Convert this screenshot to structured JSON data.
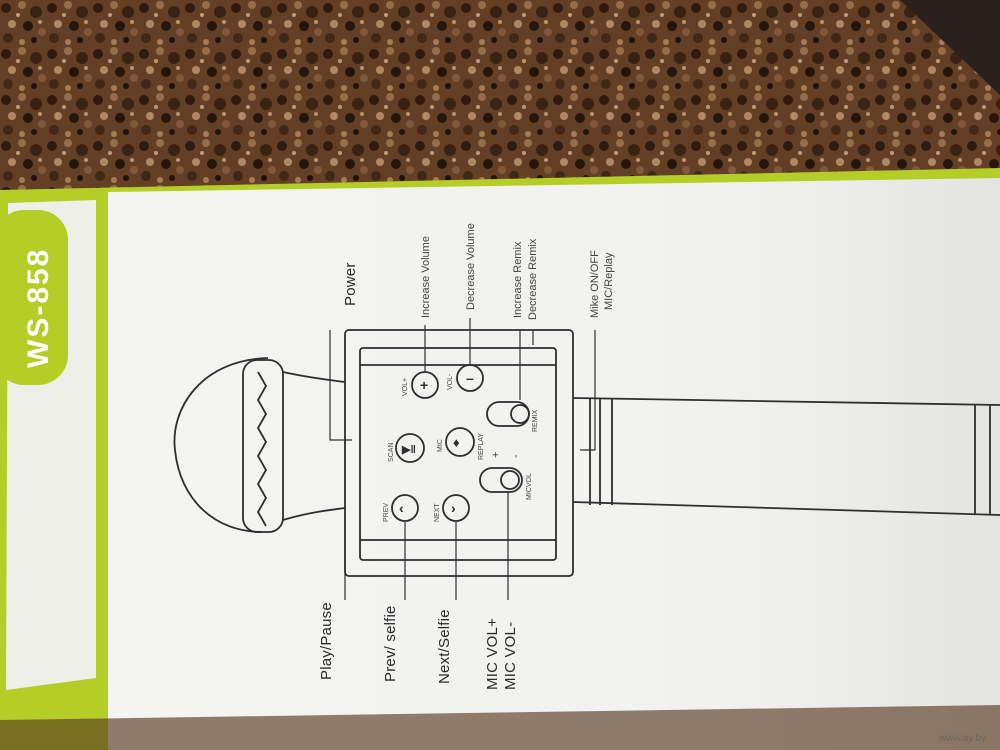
{
  "product": {
    "model": "WS-858"
  },
  "labels": {
    "power": "Power",
    "increase_volume": "Increase Volume",
    "decrease_volume": "Decrease Volume",
    "increase_remix": "Increase Remix",
    "decrease_remix": "Decrease Remix",
    "mike_onoff": "Mike ON/OFF",
    "mic_replay": "MIC/Replay",
    "play_pause": "Play/Pause",
    "prev_selfie": "Prev/ selfie",
    "next_selfie": "Next/Selfie",
    "mic_vol_plus": "MIC VOL+",
    "mic_vol_minus": "MIC VOL-"
  },
  "panel": {
    "vol_plus": "VOL+",
    "vol_minus": "VOL-",
    "scan": "SCAN",
    "mic": "MIC",
    "replay": "REPLAY",
    "prev": "PREV",
    "next": "NEXT",
    "remix": "REMIX",
    "micvol": "MICVOL",
    "plus": "+",
    "minus": "-"
  },
  "watermark": "www.ay.by",
  "colors": {
    "box_green": "#b4cd27",
    "box_white": "#f3f3f1",
    "countertop": "#5a3a22",
    "line": "#2e2e2e"
  }
}
